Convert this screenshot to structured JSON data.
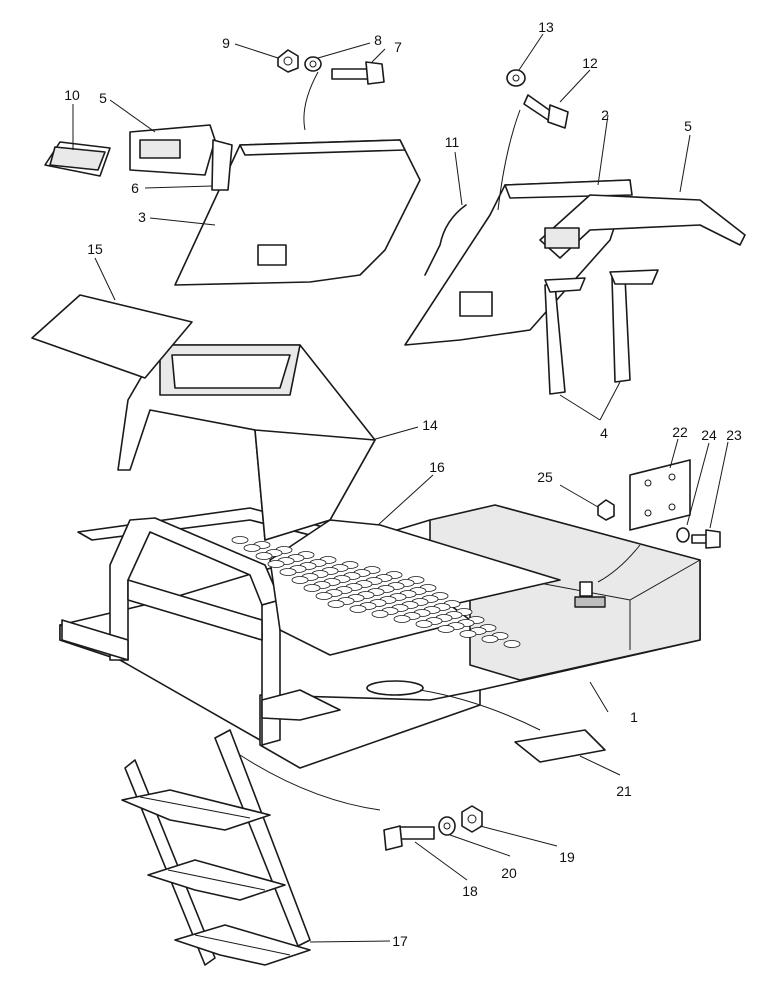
{
  "callouts": {
    "c1": "1",
    "c2": "2",
    "c3": "3",
    "c4": "4",
    "c5a": "5",
    "c5b": "5",
    "c6": "6",
    "c7": "7",
    "c8": "8",
    "c9": "9",
    "c10": "10",
    "c11": "11",
    "c12": "12",
    "c13": "13",
    "c14": "14",
    "c15": "15",
    "c16": "16",
    "c17": "17",
    "c18": "18",
    "c19": "19",
    "c20": "20",
    "c21": "21",
    "c22": "22",
    "c23": "23",
    "c24": "24",
    "c25": "25"
  }
}
